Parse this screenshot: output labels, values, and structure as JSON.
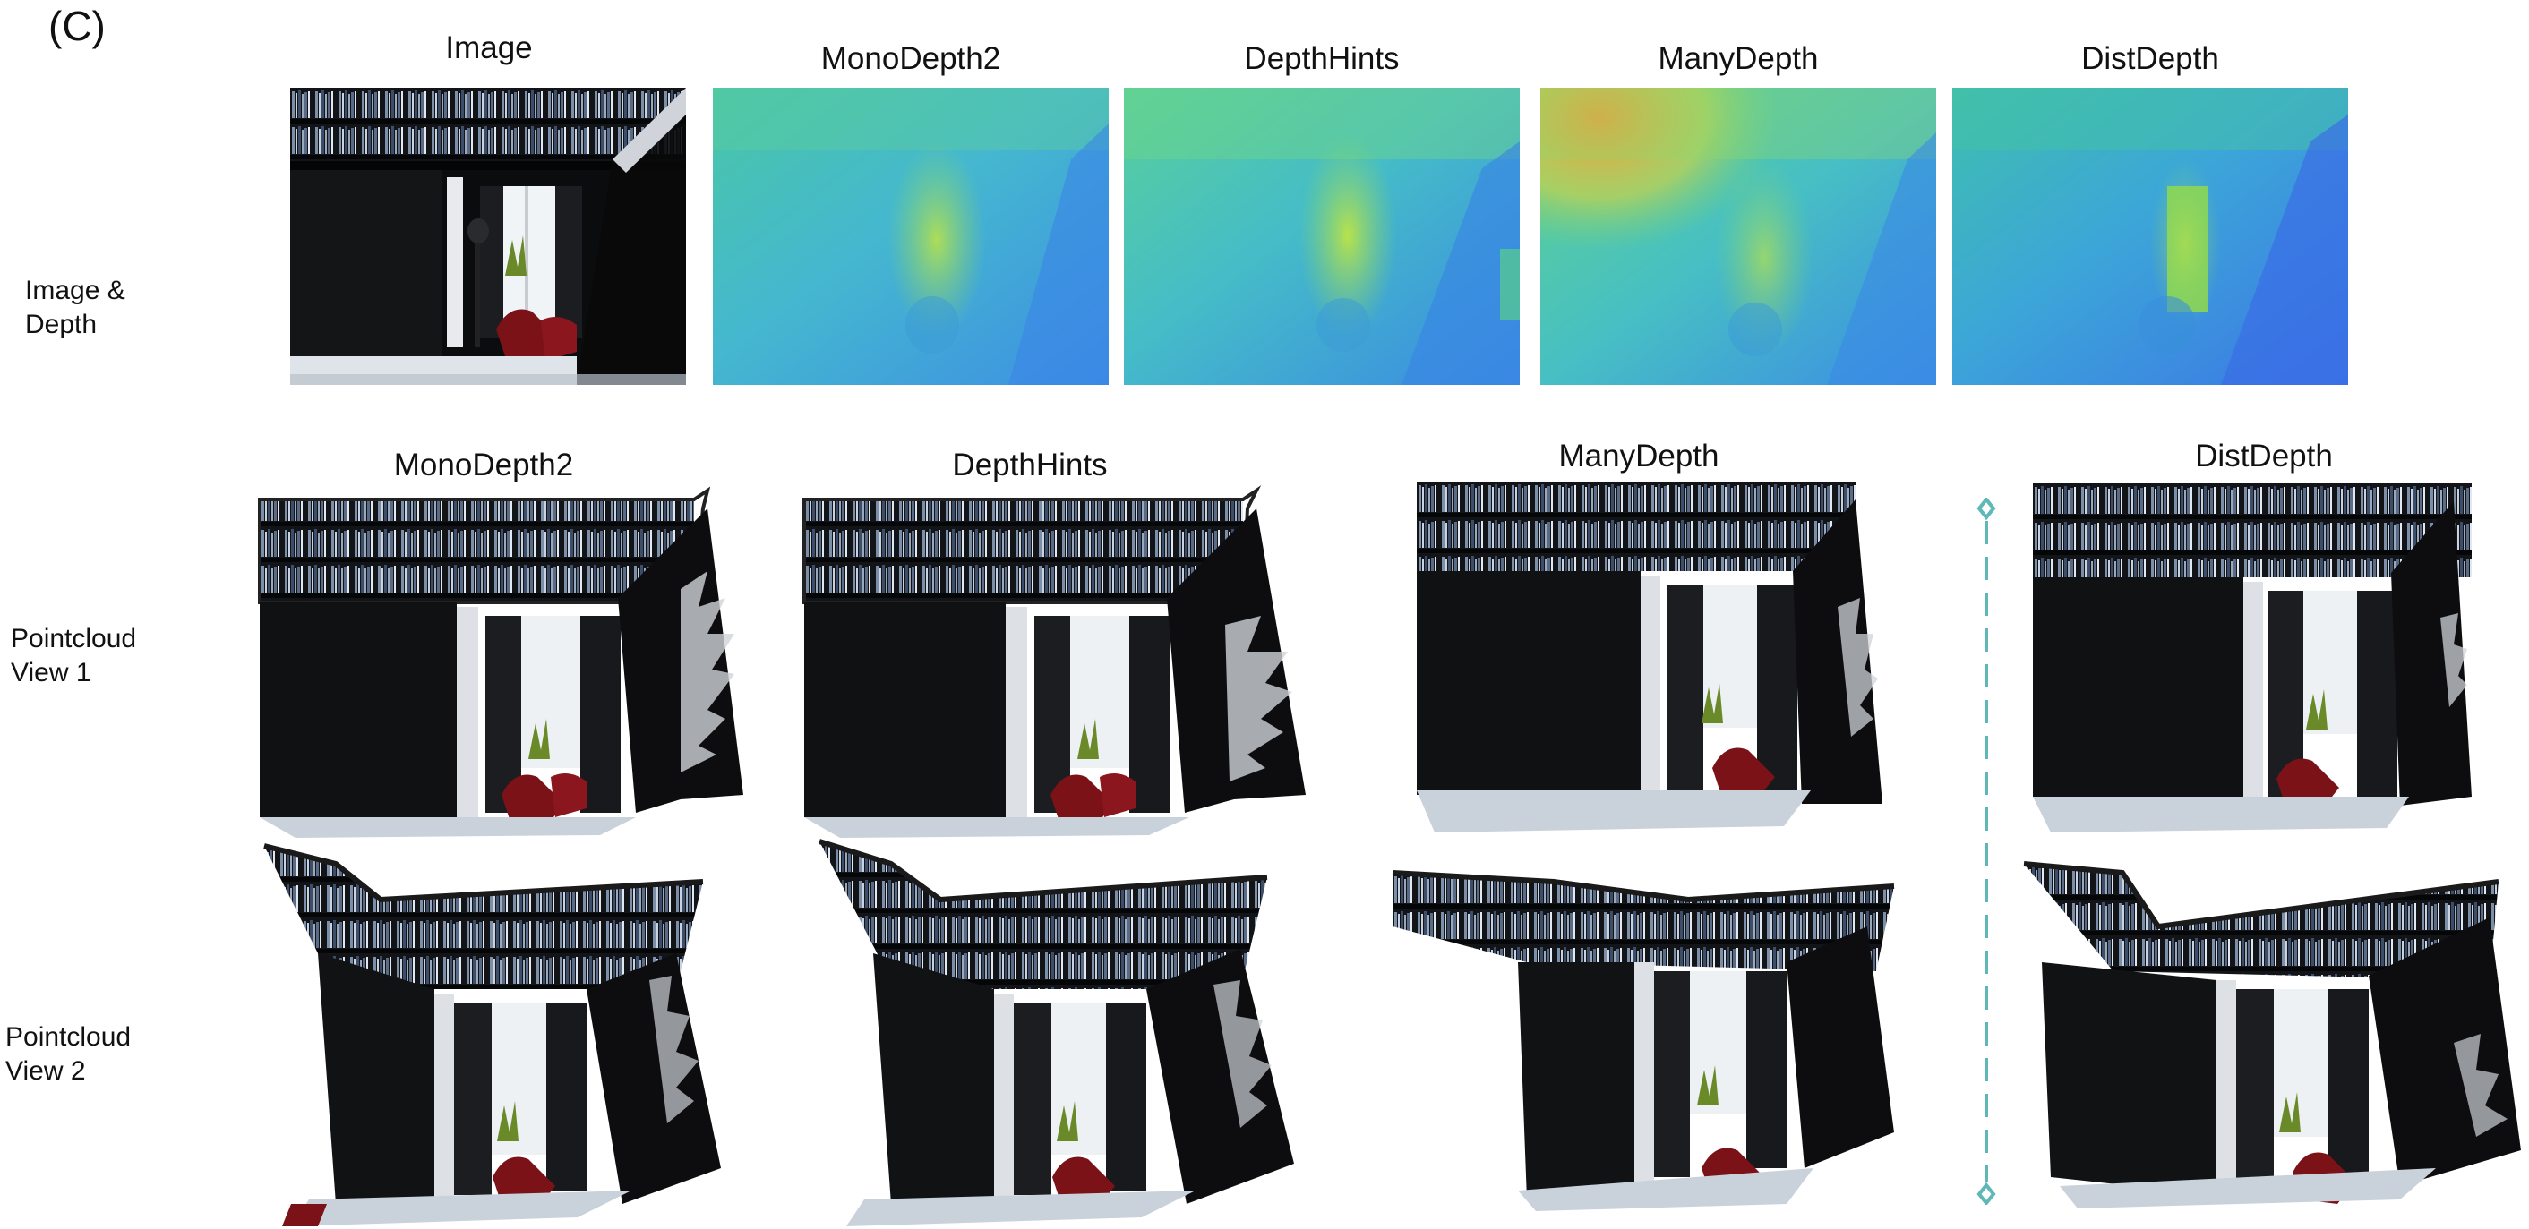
{
  "figure": {
    "panel_label": "(C)",
    "top_titles": [
      "Image",
      "MonoDepth2",
      "DepthHints",
      "ManyDepth",
      "DistDepth"
    ],
    "bottom_titles": [
      "MonoDepth2",
      "DepthHints",
      "ManyDepth",
      "DistDepth"
    ],
    "rows": {
      "image_depth": "Image & Depth",
      "view1": "Pointcloud View 1",
      "view2": "Pointcloud View 2"
    },
    "separator_color": "#5fb7b7"
  }
}
